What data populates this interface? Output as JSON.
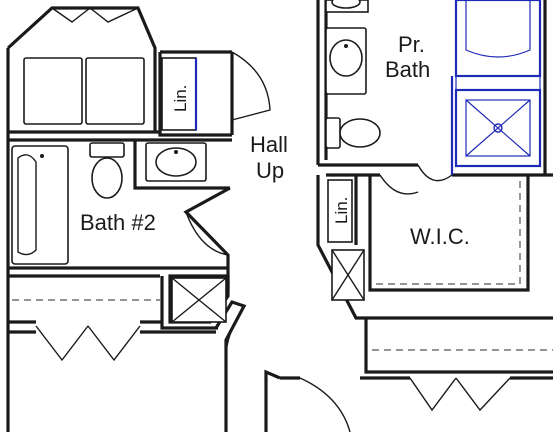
{
  "rooms": {
    "bath2": "Bath #2",
    "hall": "Hall",
    "hall_sub": "Up",
    "pr_bath_line1": "Pr.",
    "pr_bath_line2": "Bath",
    "wic": "W.I.C.",
    "lin_left": "Lin.",
    "lin_right": "Lin."
  },
  "colors": {
    "walls": "#1a1a1a",
    "fixtures_highlight": "#1f2bb8"
  }
}
